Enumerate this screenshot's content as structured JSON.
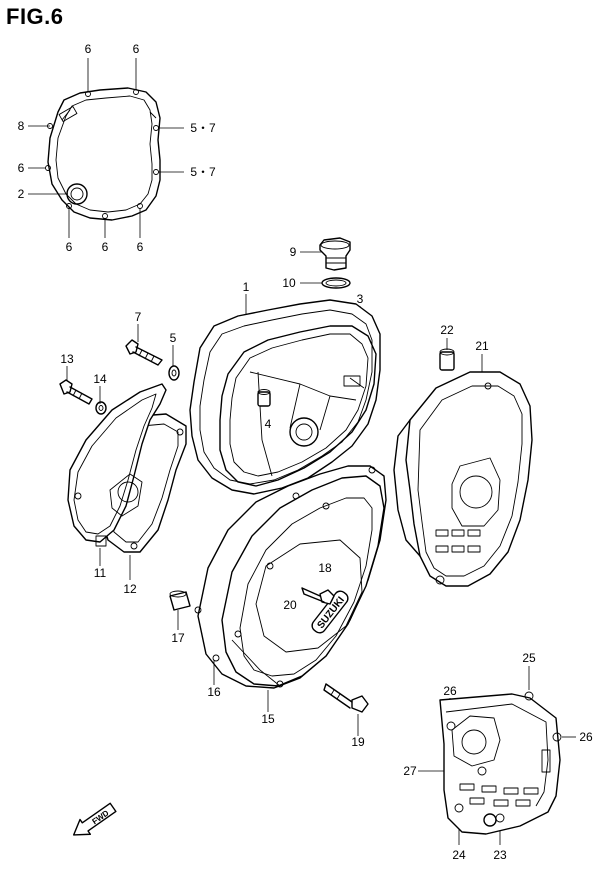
{
  "figure": {
    "title": "FIG.6",
    "brand_text": "SUZUKI",
    "fwd_text": "FWD"
  },
  "callouts": [
    {
      "id": "c6a",
      "text": "6"
    },
    {
      "id": "c6b",
      "text": "6"
    },
    {
      "id": "c57a",
      "text": "5・7"
    },
    {
      "id": "c8",
      "text": "8"
    },
    {
      "id": "c6c",
      "text": "6"
    },
    {
      "id": "c57b",
      "text": "5・7"
    },
    {
      "id": "c2",
      "text": "2"
    },
    {
      "id": "c6d",
      "text": "6"
    },
    {
      "id": "c6e",
      "text": "6"
    },
    {
      "id": "c6f",
      "text": "6"
    },
    {
      "id": "c9",
      "text": "9"
    },
    {
      "id": "c10",
      "text": "10"
    },
    {
      "id": "c1",
      "text": "1"
    },
    {
      "id": "c3",
      "text": "3"
    },
    {
      "id": "c22",
      "text": "22"
    },
    {
      "id": "c21",
      "text": "21"
    },
    {
      "id": "c7",
      "text": "7"
    },
    {
      "id": "c5",
      "text": "5"
    },
    {
      "id": "c13",
      "text": "13"
    },
    {
      "id": "c14",
      "text": "14"
    },
    {
      "id": "c4",
      "text": "4"
    },
    {
      "id": "c11",
      "text": "11"
    },
    {
      "id": "c12",
      "text": "12"
    },
    {
      "id": "c18",
      "text": "18"
    },
    {
      "id": "c20",
      "text": "20"
    },
    {
      "id": "c17",
      "text": "17"
    },
    {
      "id": "c16",
      "text": "16"
    },
    {
      "id": "c15",
      "text": "15"
    },
    {
      "id": "c19",
      "text": "19"
    },
    {
      "id": "c25",
      "text": "25"
    },
    {
      "id": "c26a",
      "text": "26"
    },
    {
      "id": "c26b",
      "text": "26"
    },
    {
      "id": "c27",
      "text": "27"
    },
    {
      "id": "c24",
      "text": "24"
    },
    {
      "id": "c23",
      "text": "23"
    }
  ]
}
